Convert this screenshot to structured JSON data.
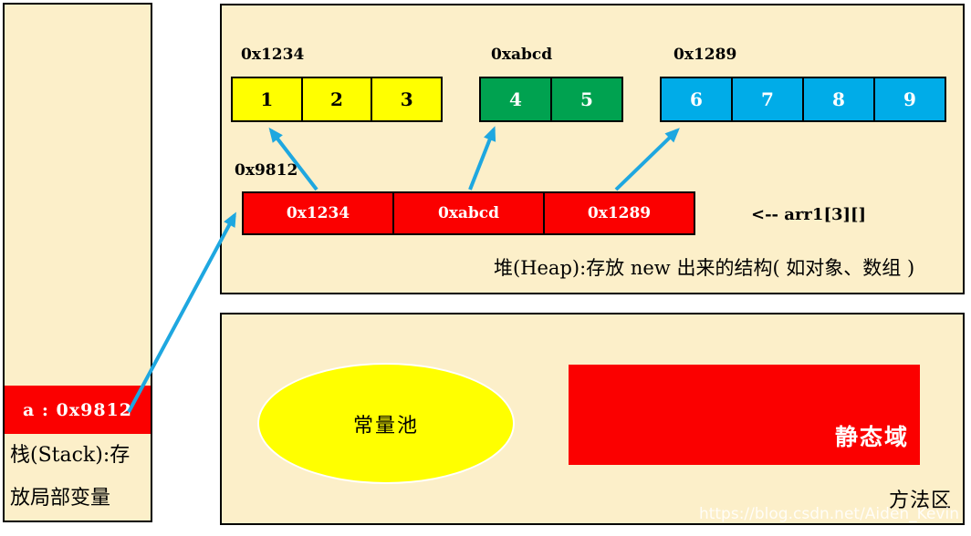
{
  "colors": {
    "page_background": "#ffffff",
    "panel_fill": "#fcefc9",
    "border": "#000000",
    "red": "#fb0000",
    "yellow": "#ffff00",
    "green": "#00a250",
    "blue": "#00ace8",
    "arrow": "#1ea7e0",
    "white_text": "#ffffff"
  },
  "stack": {
    "variable": "a : 0x9812",
    "label_line1": "栈(Stack):存",
    "label_line2": "放局部变量"
  },
  "heap": {
    "arrays": [
      {
        "address": "0x1234",
        "color": "#ffff00",
        "values": [
          "1",
          "2",
          "3"
        ]
      },
      {
        "address": "0xabcd",
        "color": "#00a250",
        "values": [
          "4",
          "5"
        ]
      },
      {
        "address": "0x1289",
        "color": "#00ace8",
        "values": [
          "6",
          "7",
          "8",
          "9"
        ]
      }
    ],
    "pointer_array": {
      "address": "0x9812",
      "cells": [
        "0x1234",
        "0xabcd",
        "0x1289"
      ],
      "annotation": "<-- arr1[3][]"
    },
    "caption": "堆(Heap):存放 new 出来的结构( 如对象、数组 )"
  },
  "method_area": {
    "constant_pool": "常量池",
    "static_area": "静态域",
    "label": "方法区",
    "watermark": "https://blog.csdn.net/Aiden_Kevin"
  }
}
